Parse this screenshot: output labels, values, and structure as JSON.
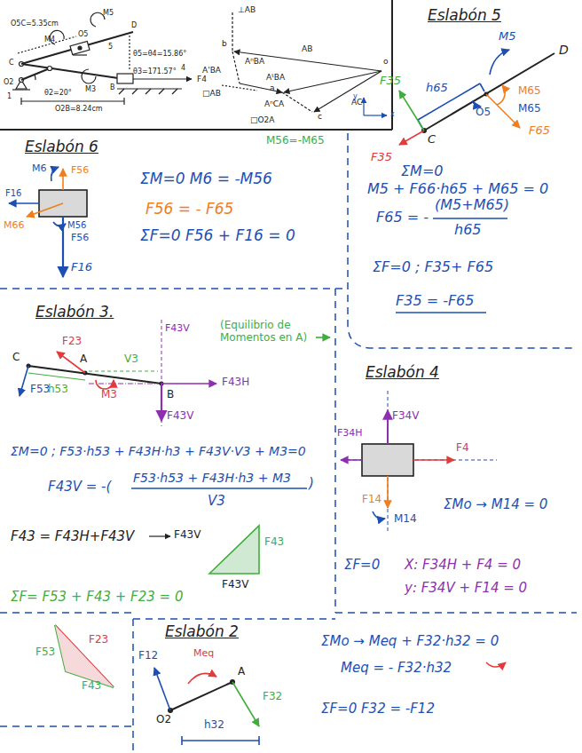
{
  "diagram": {
    "labels": [
      "O5C=5.35cm",
      "M5",
      "M4",
      "O5",
      "5",
      "D",
      "θ5=θ4=15.86°",
      "C",
      "θ3=171.57°",
      "O2",
      "θ2=20°",
      "M3",
      "B",
      "F4",
      "O2B=8.24cm",
      "1",
      "4",
      "⊥AB",
      "AB",
      "o",
      "b",
      "A'BA",
      "AⁿBA",
      "AᵗBA",
      "□AB",
      "AC",
      "a",
      "c",
      "AⁿCA",
      "□O2A",
      "x",
      "y",
      "Eslabón 5",
      "M5",
      "D",
      "F35",
      "h65",
      "O5",
      "M65",
      "M65",
      "F65",
      "F35",
      "C",
      "ΣM=0",
      "M5 + F66·h65 + M65 = 0",
      "F65 = -",
      "(M5+M65)",
      "h65",
      "ΣF=0 ; F35+ F65",
      "F35 = -F65",
      "Eslabón 6",
      "M6",
      "F56",
      "F16",
      "M56",
      "F56",
      "M66",
      "F16",
      "ΣM=0  M6 = -M56",
      "F56 = - F65",
      "ΣF=0  F56 + F16 = 0",
      "M56=-M65",
      "Eslabón 3.",
      "C",
      "A",
      "B",
      "F23",
      "M3",
      "V3",
      "F43V",
      "F43H",
      "F43V",
      "F53",
      "h53",
      "(Equilibrio de Momentos en A)",
      "ΣM=0 ; F53·h53 + F43H·h3 + F43V·V3 + M3=0",
      "F43V = -(",
      "F53·h53 + F43H·h3 + M3",
      ")",
      "V3",
      "F43 = F43H+F43V",
      "F43V",
      "F43",
      "F43V",
      "ΣF= F53 + F43 + F23 = 0",
      "F23",
      "F53",
      "F43",
      "Eslabón 4",
      "F34V",
      "F4",
      "F34H",
      "F14",
      "M14",
      "ΣMo → M14 = 0",
      "ΣF=0",
      "X: F34H + F4 = 0",
      "y: F34V + F14 = 0",
      "Eslabón 2",
      "F12",
      "Meq",
      "A",
      "O2",
      "F32",
      "h32",
      "ΣMo → Meq + F32·h32 = 0",
      "Meq = - F32·h32",
      "ΣF=0  F32 = -F12"
    ]
  }
}
